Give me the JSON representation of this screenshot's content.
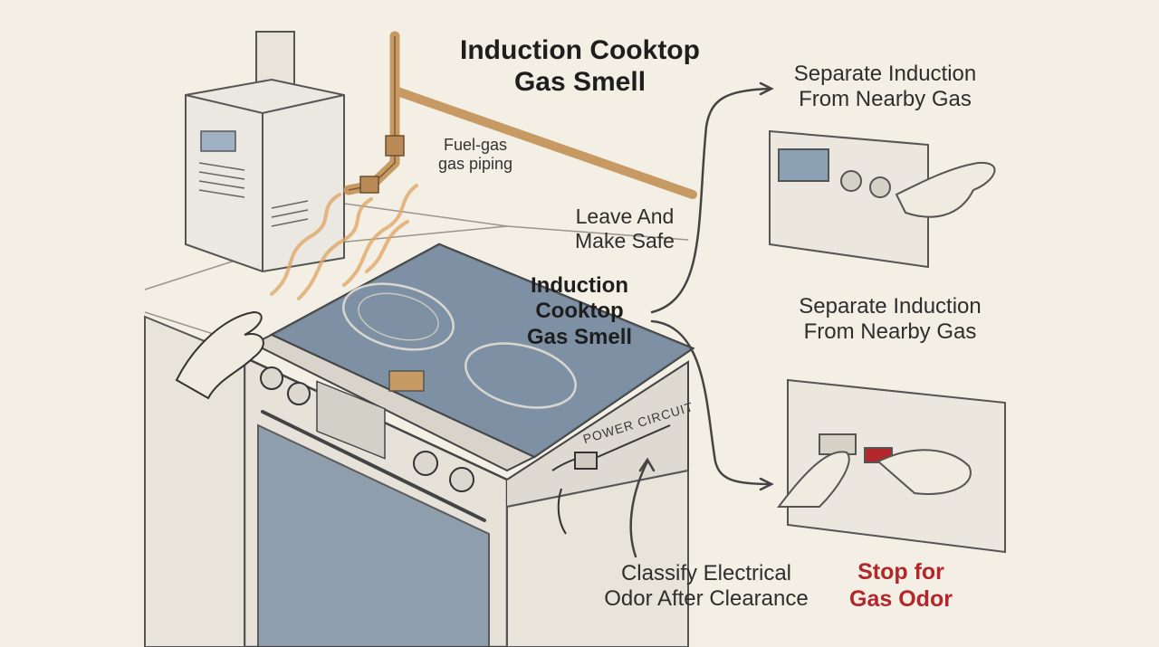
{
  "title": {
    "line1": "Induction Cooktop",
    "line2": "Gas Smell"
  },
  "center_label": {
    "line1": "Induction",
    "line2": "Cooktop",
    "line3": "Gas Smell"
  },
  "pipe_label": {
    "line1": "Fuel-gas",
    "line2": "gas piping"
  },
  "leave_label": {
    "line1": "Leave And",
    "line2": "Make Safe"
  },
  "top_right_label": {
    "line1": "Separate Induction",
    "line2": "From Nearby Gas"
  },
  "mid_right_label": {
    "line1": "Separate Induction",
    "line2": "From Nearby Gas"
  },
  "classify_label": {
    "line1": "Classify Electrical",
    "line2": "Odor After Clearance"
  },
  "stop_label": {
    "line1": "Stop for",
    "line2": "Gas Odor"
  },
  "power_circuit_label": "POWER CIRCUIT",
  "colors": {
    "background": "#f3efe4",
    "ink": "#2b2b2b",
    "cooktop": "#6d8296",
    "copper_pipe": "#c89a63",
    "alert_red": "#b3272b",
    "gas_wisp": "#e0a86a"
  }
}
